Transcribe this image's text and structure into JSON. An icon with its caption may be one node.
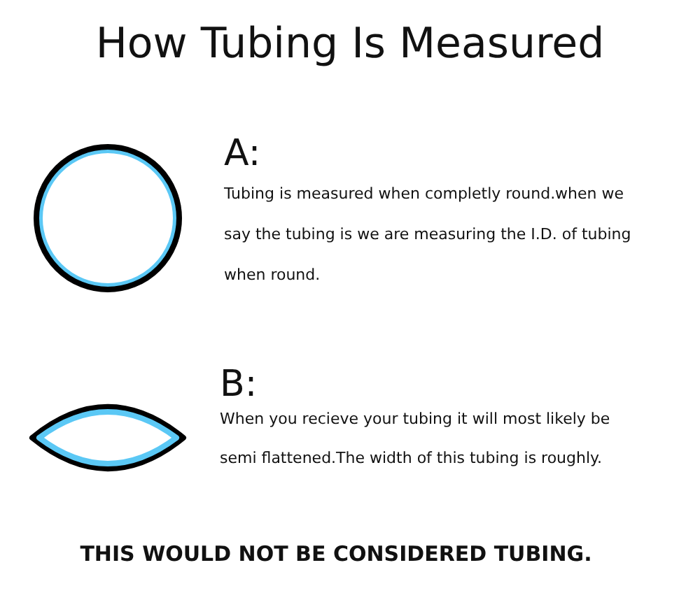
{
  "diagram": {
    "title": "How Tubing Is Measured",
    "labels": [
      "A:",
      "Tubing is measured when completly round.when we say the tubing is we are measuring the I.D. of tubing when round.",
      "B:",
      "When you recieve your tubing it will most likely be semi flattened.The width of this tubing is roughly.",
      "THIS WOULD NOT BE CONSIDERED TUBING."
    ]
  }
}
